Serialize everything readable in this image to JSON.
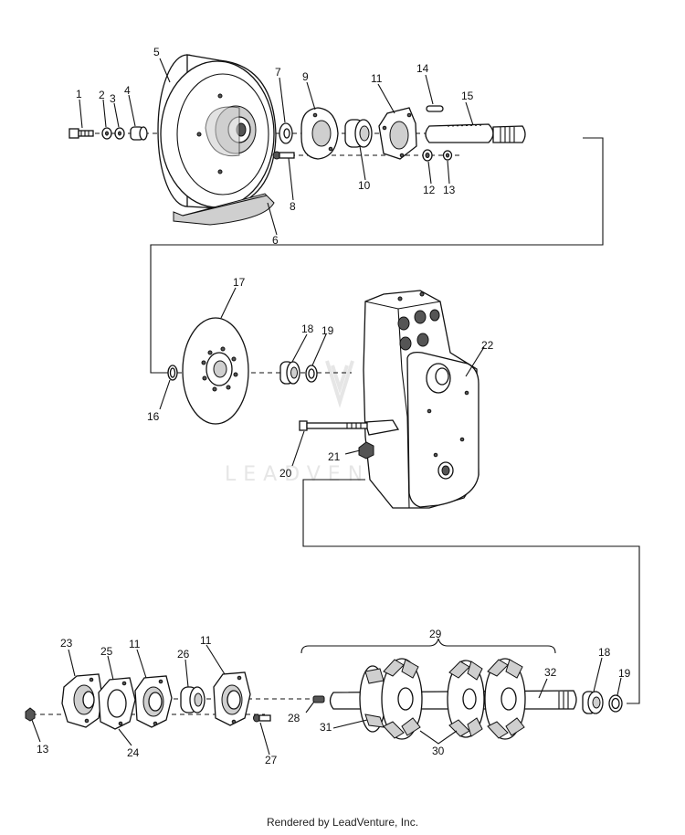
{
  "watermark": "LEADVENTURE",
  "footer": "Rendered by LeadVenture, Inc.",
  "callouts": [
    {
      "id": "1",
      "text": "1"
    },
    {
      "id": "2",
      "text": "2"
    },
    {
      "id": "3",
      "text": "3"
    },
    {
      "id": "4",
      "text": "4"
    },
    {
      "id": "5",
      "text": "5"
    },
    {
      "id": "6",
      "text": "6"
    },
    {
      "id": "7",
      "text": "7"
    },
    {
      "id": "8",
      "text": "8"
    },
    {
      "id": "9",
      "text": "9"
    },
    {
      "id": "10",
      "text": "10"
    },
    {
      "id": "11a",
      "text": "11"
    },
    {
      "id": "12",
      "text": "12"
    },
    {
      "id": "13a",
      "text": "13"
    },
    {
      "id": "14",
      "text": "14"
    },
    {
      "id": "15",
      "text": "15"
    },
    {
      "id": "16",
      "text": "16"
    },
    {
      "id": "17",
      "text": "17"
    },
    {
      "id": "18a",
      "text": "18"
    },
    {
      "id": "19a",
      "text": "19"
    },
    {
      "id": "20",
      "text": "20"
    },
    {
      "id": "21",
      "text": "21"
    },
    {
      "id": "22",
      "text": "22"
    },
    {
      "id": "23",
      "text": "23"
    },
    {
      "id": "25",
      "text": "25"
    },
    {
      "id": "11b",
      "text": "11"
    },
    {
      "id": "26",
      "text": "26"
    },
    {
      "id": "11c",
      "text": "11"
    },
    {
      "id": "29",
      "text": "29"
    },
    {
      "id": "32",
      "text": "32"
    },
    {
      "id": "18b",
      "text": "18"
    },
    {
      "id": "19b",
      "text": "19"
    },
    {
      "id": "28",
      "text": "28"
    },
    {
      "id": "31",
      "text": "31"
    },
    {
      "id": "13b",
      "text": "13"
    },
    {
      "id": "24",
      "text": "24"
    },
    {
      "id": "27",
      "text": "27"
    },
    {
      "id": "30",
      "text": "30"
    }
  ]
}
